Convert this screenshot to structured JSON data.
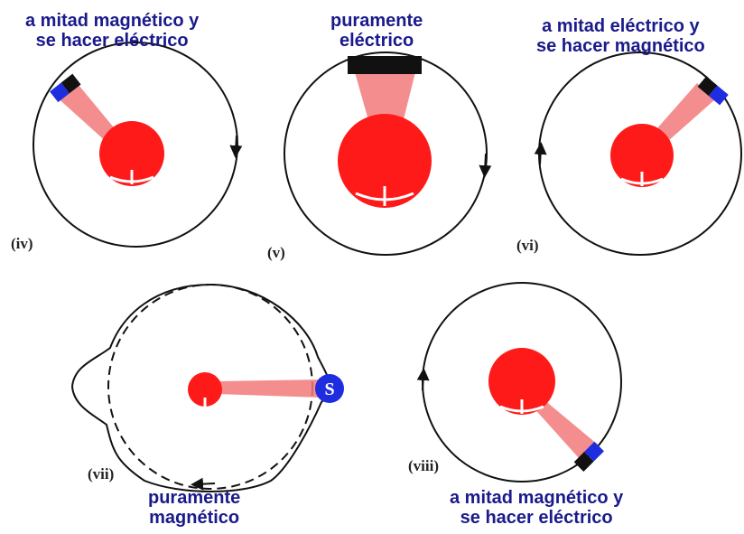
{
  "panels": [
    {
      "numeral": "(iv)",
      "caption": [
        "a mitad magnético y",
        "se hacer eléctrico"
      ]
    },
    {
      "numeral": "(v)",
      "caption": [
        "puramente",
        "eléctrico"
      ]
    },
    {
      "numeral": "(vi)",
      "caption": [
        "a mitad eléctrico y",
        "se hacer magnético"
      ]
    },
    {
      "numeral": "(vii)",
      "caption": [
        "puramente",
        "magnético"
      ],
      "badge": "S"
    },
    {
      "numeral": "(viii)",
      "caption": [
        "a mitad magnético y",
        "se hacer eléctrico"
      ]
    }
  ],
  "colors": {
    "orbit": "#111111",
    "body": "#ff1a1a",
    "beam": "#f27a7a",
    "caption": "#1a1a8c",
    "magnetic_end": "#1f2de0",
    "electric_end": "#111111",
    "badge_fill": "#1f2de0",
    "badge_text": "#ffffff"
  }
}
